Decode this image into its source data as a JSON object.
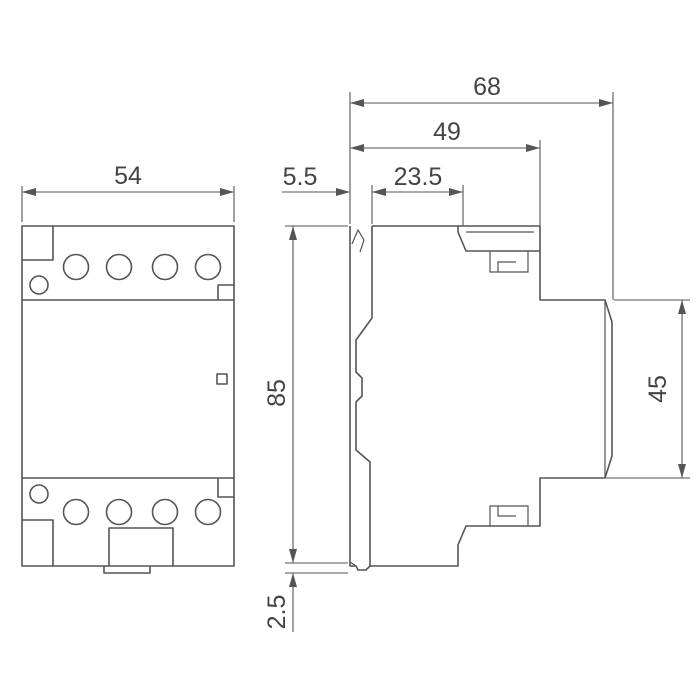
{
  "colors": {
    "line": "#555555",
    "text": "#444444",
    "background": "#ffffff"
  },
  "dimensions": {
    "front_width": "54",
    "side_depth_total": "68",
    "side_depth_front": "49",
    "side_offset_rail": "5.5",
    "side_offset_step": "23.5",
    "height_total": "85",
    "height_front": "45",
    "rail_thickness": "2.5"
  }
}
